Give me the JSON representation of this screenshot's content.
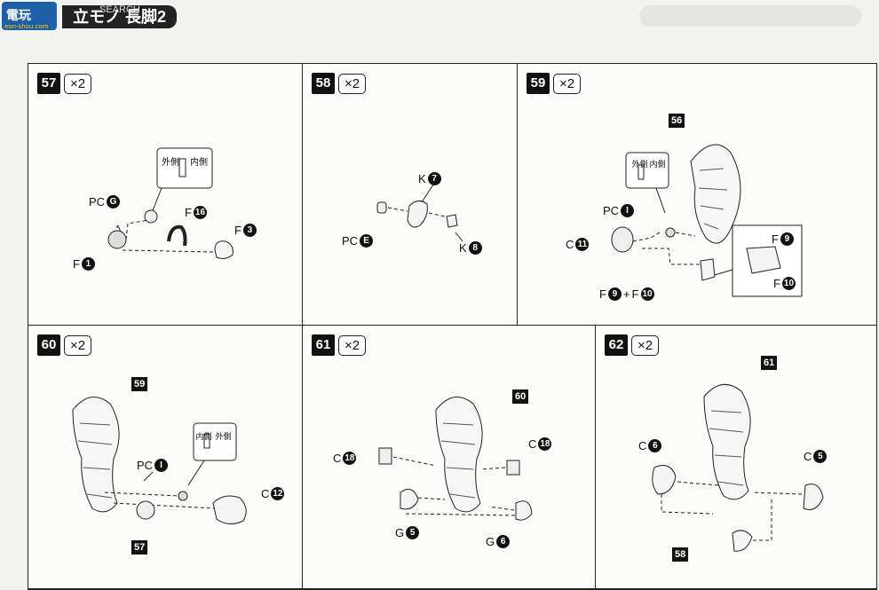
{
  "header": {
    "title": "立モノ 長脚2",
    "watermark": "SEARCH",
    "logo_text": "eon-shou.com"
  },
  "steps": {
    "s57": {
      "num": "57",
      "qty": "×2",
      "labels": {
        "pc": "PC",
        "pc_g": "G",
        "f16": "F",
        "f16_n": "16",
        "f3": "F",
        "f3_n": "3",
        "f1": "F",
        "f1_n": "1",
        "callout_out": "外側",
        "callout_in": "内側"
      }
    },
    "s58": {
      "num": "58",
      "qty": "×2",
      "labels": {
        "k7": "K",
        "k7_n": "7",
        "pc": "PC",
        "pc_e": "E",
        "k8": "K",
        "k8_n": "8"
      }
    },
    "s59": {
      "num": "59",
      "qty": "×2",
      "labels": {
        "ref56": "56",
        "pc": "PC",
        "pc_i": "I",
        "c11": "C",
        "c11_n": "11",
        "f9": "F",
        "f9_n": "9",
        "f10": "F",
        "f10_n": "10",
        "combo": "F 9 + F 10",
        "callout_out": "外側",
        "callout_in": "内側"
      }
    },
    "s60": {
      "num": "60",
      "qty": "×2",
      "labels": {
        "ref59": "59",
        "ref57": "57",
        "pc": "PC",
        "pc_i": "I",
        "c12": "C",
        "c12_n": "12",
        "callout_in": "内側",
        "callout_out": "外側"
      }
    },
    "s61": {
      "num": "61",
      "qty": "×2",
      "labels": {
        "ref60": "60",
        "c18a": "C",
        "c18a_n": "18",
        "c18b": "C",
        "c18b_n": "18",
        "g5": "G",
        "g5_n": "5",
        "g6": "G",
        "g6_n": "6"
      }
    },
    "s62": {
      "num": "62",
      "qty": "×2",
      "labels": {
        "ref61": "61",
        "c6": "C",
        "c6_n": "6",
        "c5": "C",
        "c5_n": "5",
        "ref58": "58"
      }
    }
  }
}
